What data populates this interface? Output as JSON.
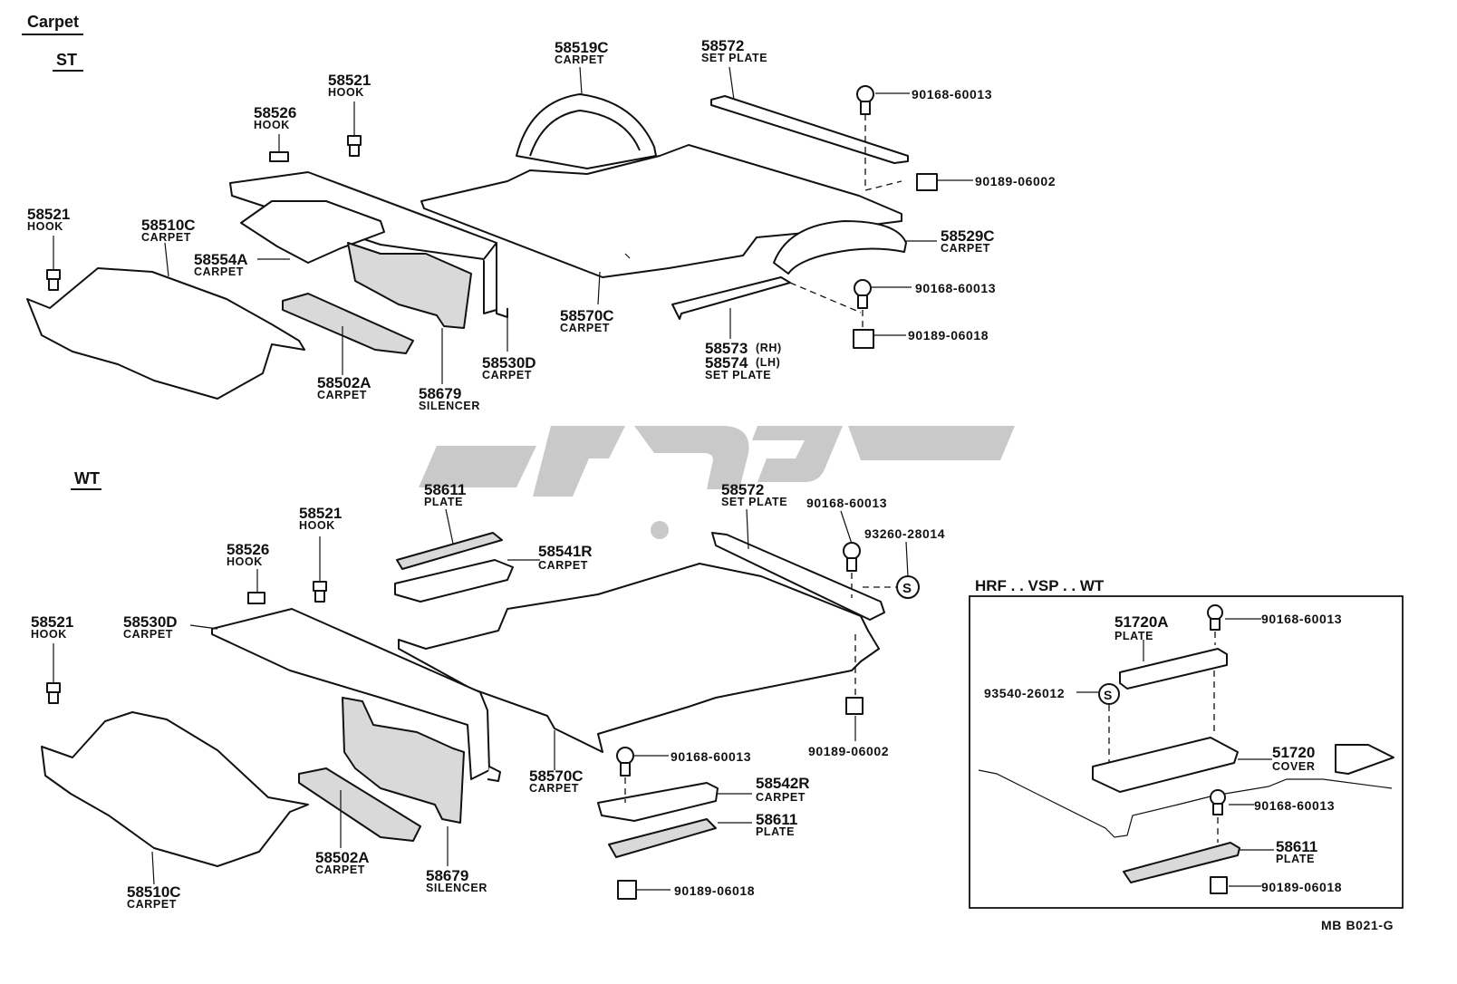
{
  "header": {
    "title": "Carpet",
    "section_st": "ST",
    "section_wt": "WT",
    "section_inset": "HRF . . VSP . . WT"
  },
  "st": {
    "p58519C": {
      "num": "58519C",
      "name": "CARPET"
    },
    "p58572": {
      "num": "58572",
      "name": "SET PLATE"
    },
    "p90168a": {
      "num": "90168-60013"
    },
    "p90189a": {
      "num": "90189-06002"
    },
    "p58521a": {
      "num": "58521",
      "name": "HOOK"
    },
    "p58526": {
      "num": "58526",
      "name": "HOOK"
    },
    "p58521b": {
      "num": "58521",
      "name": "HOOK"
    },
    "p58510C": {
      "num": "58510C",
      "name": "CARPET"
    },
    "p58554A": {
      "num": "58554A",
      "name": "CARPET"
    },
    "p58529C": {
      "num": "58529C",
      "name": "CARPET"
    },
    "p90168b": {
      "num": "90168-60013"
    },
    "p90189b": {
      "num": "90189-06018"
    },
    "p58570C": {
      "num": "58570C",
      "name": "CARPET"
    },
    "p58573": {
      "num": "58573",
      "suffix": "(RH)"
    },
    "p58574": {
      "num": "58574",
      "suffix": "(LH)",
      "name": "SET PLATE"
    },
    "p58530D": {
      "num": "58530D",
      "name": "CARPET"
    },
    "p58502A": {
      "num": "58502A",
      "name": "CARPET"
    },
    "p58679": {
      "num": "58679",
      "name": "SILENCER"
    }
  },
  "wt": {
    "p58611a": {
      "num": "58611",
      "name": "PLATE"
    },
    "p58541R": {
      "num": "58541R",
      "name": "CARPET"
    },
    "p58572": {
      "num": "58572",
      "name": "SET PLATE"
    },
    "p90168a": {
      "num": "90168-60013"
    },
    "p93260": {
      "num": "93260-28014"
    },
    "p58521a": {
      "num": "58521",
      "name": "HOOK"
    },
    "p58526": {
      "num": "58526",
      "name": "HOOK"
    },
    "p58521b": {
      "num": "58521",
      "name": "HOOK"
    },
    "p58530D": {
      "num": "58530D",
      "name": "CARPET"
    },
    "p90189a": {
      "num": "90189-06002"
    },
    "p90168b": {
      "num": "90168-60013"
    },
    "p58570C": {
      "num": "58570C",
      "name": "CARPET"
    },
    "p58542R": {
      "num": "58542R",
      "name": "CARPET"
    },
    "p58611b": {
      "num": "58611",
      "name": "PLATE"
    },
    "p90189b": {
      "num": "90189-06018"
    },
    "p58502A": {
      "num": "58502A",
      "name": "CARPET"
    },
    "p58679": {
      "num": "58679",
      "name": "SILENCER"
    },
    "p58510C": {
      "num": "58510C",
      "name": "CARPET"
    }
  },
  "inset": {
    "p90168a": {
      "num": "90168-60013"
    },
    "p51720A": {
      "num": "51720A",
      "name": "PLATE"
    },
    "p93540": {
      "num": "93540-26012"
    },
    "p51720": {
      "num": "51720",
      "name": "COVER"
    },
    "p90168b": {
      "num": "90168-60013"
    },
    "p58611": {
      "num": "58611",
      "name": "PLATE"
    },
    "p90189": {
      "num": "90189-06018"
    },
    "s_symbol": "S"
  },
  "footer": {
    "code": "MB  B021-G"
  },
  "colors": {
    "line": "#111111",
    "watermark": "#c9c9c9",
    "background": "#ffffff"
  }
}
